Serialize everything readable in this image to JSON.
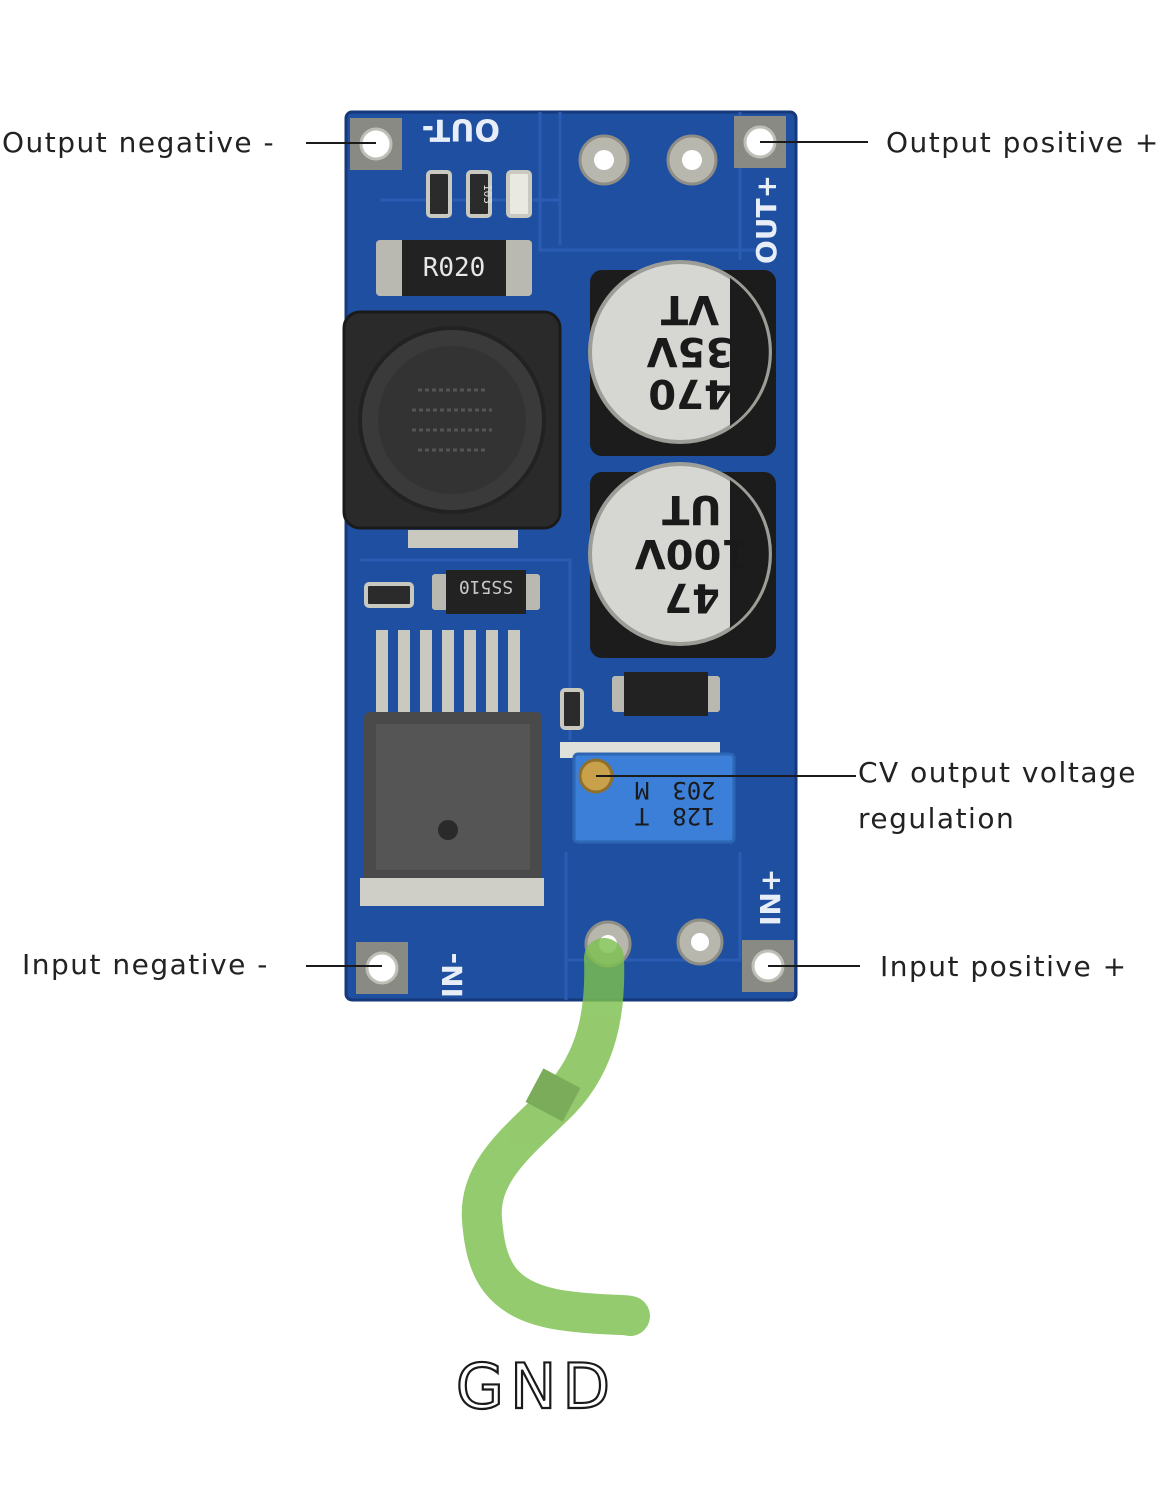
{
  "callouts": {
    "output_negative": "Output negative -",
    "output_positive": "Output positive +",
    "cv_regulation_line1": "CV output voltage",
    "cv_regulation_line2": "regulation",
    "input_negative": "Input negative -",
    "input_positive": "Input positive +"
  },
  "board": {
    "silk_out_minus": "OUT-",
    "silk_out_plus": "OUT+",
    "silk_in_minus": "IN-",
    "silk_in_plus": "IN+",
    "shunt_resistor": "R020",
    "diode": "SS510",
    "cap_large_value": "470",
    "cap_large_voltage": "35V",
    "cap_large_series": "VT",
    "cap_small_value": "47",
    "cap_small_voltage": "100V",
    "cap_small_series": "UT",
    "trimmer_code": "203",
    "trimmer_letter": "M",
    "trimmer_line2_num": "128",
    "trimmer_line2_letter": "T",
    "resistor_mark": "103"
  },
  "annotation": {
    "handwritten_label": "GND",
    "wire_color": "#7dbf4e"
  },
  "colors": {
    "pcb": "#1f4fa0",
    "pcb_dark": "#173c80",
    "trimmer": "#3b7fd8"
  }
}
